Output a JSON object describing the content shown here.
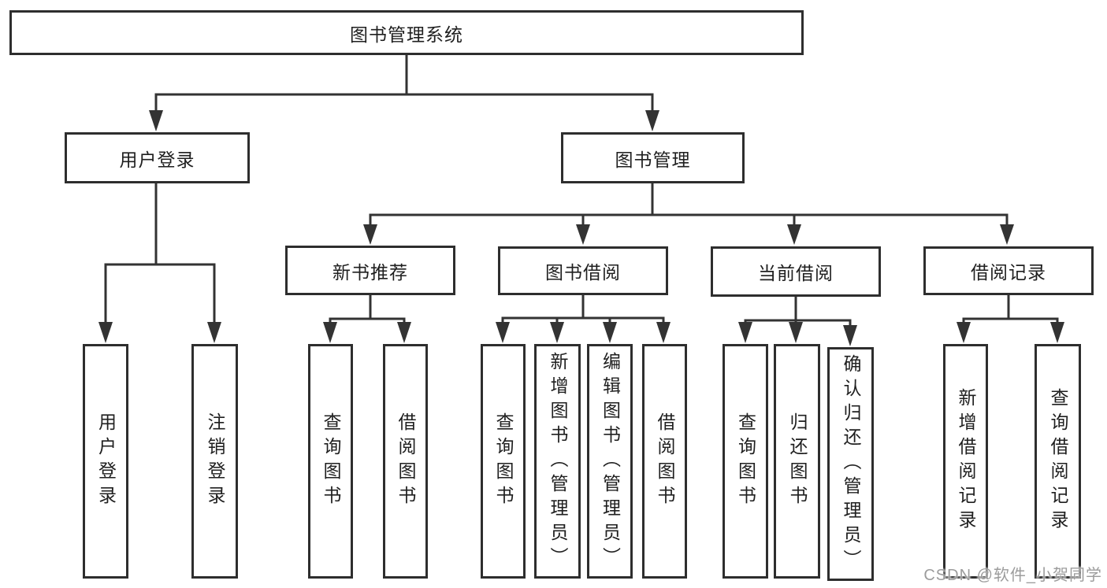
{
  "diagram": {
    "root": {
      "label": "图书管理系统"
    },
    "level2": {
      "user_login": {
        "label": "用户登录"
      },
      "book_mgmt": {
        "label": "图书管理"
      }
    },
    "level3": {
      "new_book_rec": {
        "label": "新书推荐"
      },
      "book_borrow": {
        "label": "图书借阅"
      },
      "current_borrow": {
        "label": "当前借阅"
      },
      "borrow_records": {
        "label": "借阅记录"
      }
    },
    "leaves": {
      "user_login": {
        "label": "用户登录"
      },
      "logout": {
        "label": "注销登录"
      },
      "nb_query_book": {
        "label": "查询图书"
      },
      "nb_borrow_book": {
        "label": "借阅图书"
      },
      "bb_query_book": {
        "label": "查询图书"
      },
      "bb_add_book": {
        "label": "新增图书（管理员）"
      },
      "bb_edit_book": {
        "label": "编辑图书（管理员）"
      },
      "bb_borrow_book": {
        "label": "借阅图书"
      },
      "cb_query_book": {
        "label": "查询图书"
      },
      "cb_return_book": {
        "label": "归还图书"
      },
      "cb_confirm_return": {
        "label": "确认归还（管理员）"
      },
      "br_add_record": {
        "label": "新增借阅记录"
      },
      "br_query_record": {
        "label": "查询借阅记录"
      }
    }
  },
  "watermark": {
    "text": "CSDN @软件_小贺同学"
  },
  "colors": {
    "line": "#333333",
    "box_border": "#2e2e2e",
    "box_fill": "#ffffff",
    "text": "#1f1f1f",
    "watermark": "#9c9c9c",
    "background": "#ffffff"
  }
}
